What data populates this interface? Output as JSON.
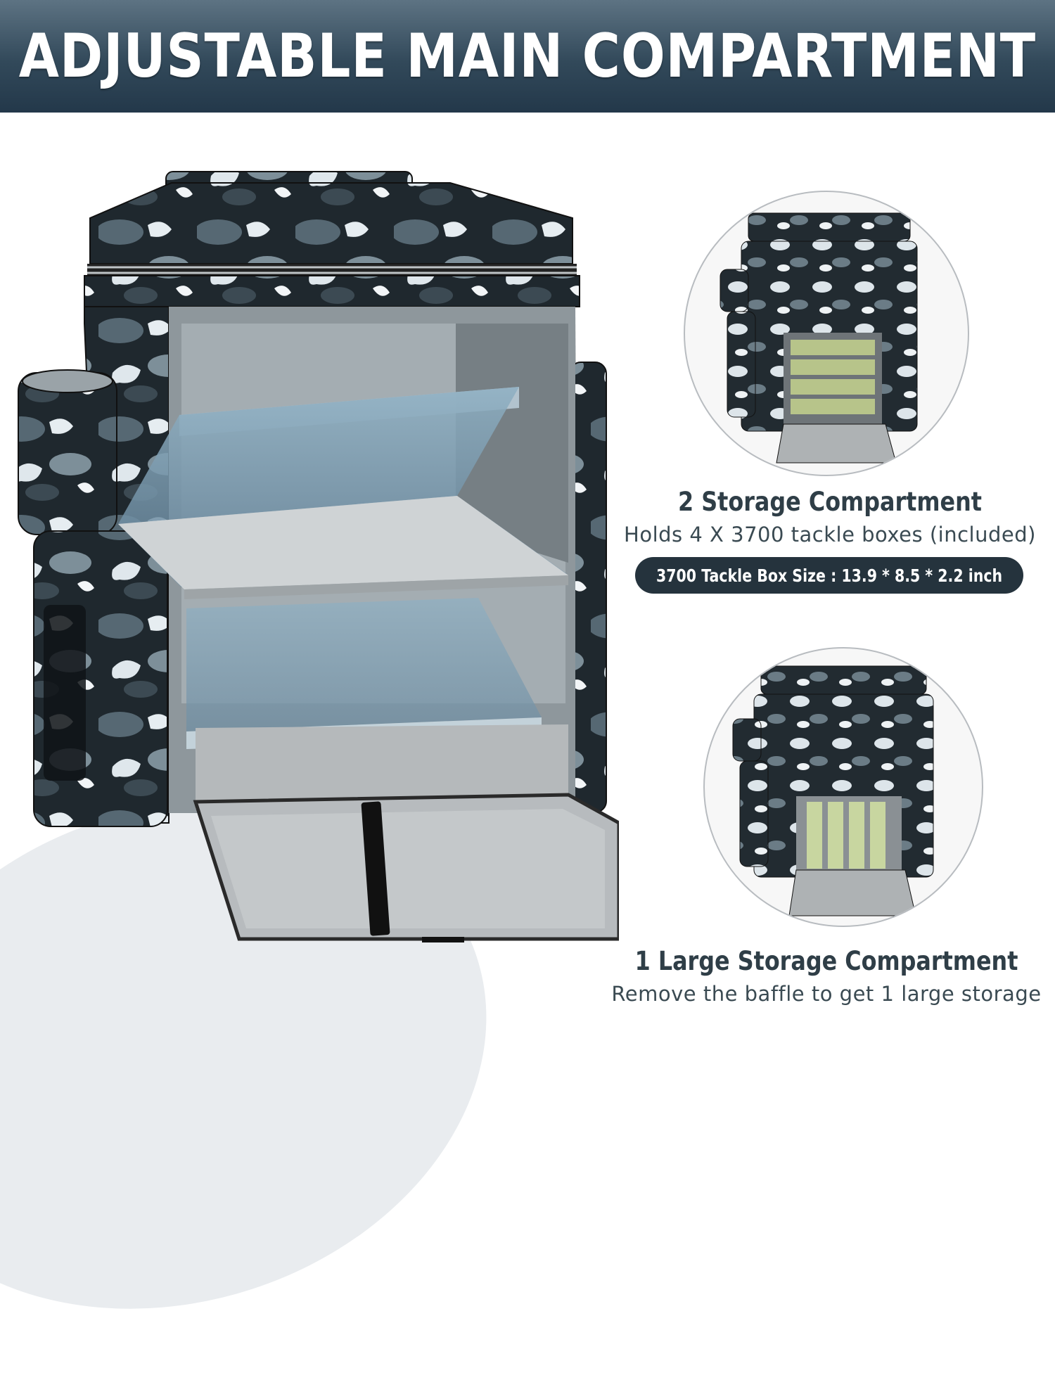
{
  "banner": {
    "title": "ADJUSTABLE MAIN COMPARTMENT"
  },
  "colors": {
    "banner": "#32495a",
    "camo_dark": "#1d252b",
    "camo_light": "#e4ecf1",
    "interior": "#9aa3a8",
    "pill": "#25333d"
  },
  "option_two": {
    "title": "2 Storage Compartment",
    "description": "Holds 4 X 3700 tackle boxes (included)",
    "size_label": "3700 Tackle Box Size : 13.9 * 8.5 * 2.2 inch"
  },
  "option_one": {
    "title": "1 Large Storage Compartment",
    "description": "Remove the baffle to get 1 large storage"
  }
}
